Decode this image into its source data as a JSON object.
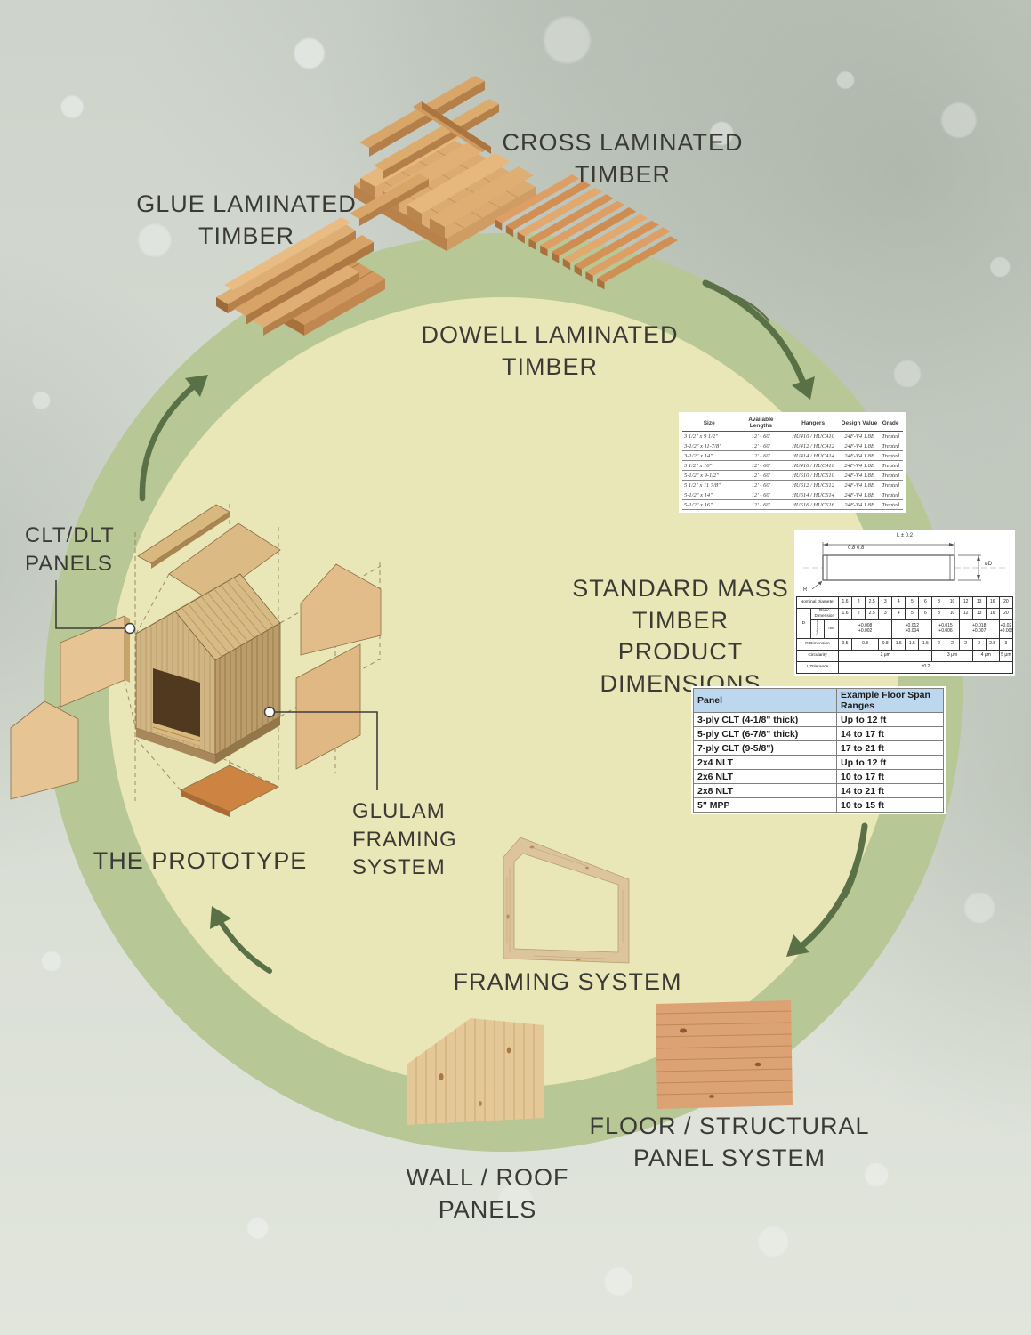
{
  "colors": {
    "ring_green": "#b7c795",
    "inner_circle": "#e9e7b8",
    "arrow_green": "#5a7046",
    "background": "#d5dad1",
    "table_header_blue": "#bdd7ee",
    "wood_light": "#e2b57e",
    "wood_dark": "#b97f47",
    "text": "#3b3a35"
  },
  "labels": {
    "cross_laminated": "CROSS LAMINATED\nTIMBER",
    "glue_laminated": "GLUE LAMINATED\nTIMBER",
    "dowell_laminated": "DOWELL LAMINATED\nTIMBER",
    "standard_dimensions": "STANDARD MASS\nTIMBER PRODUCT\nDIMENSIONS",
    "clt_dlt_panels": "CLT/DLT\nPANELS",
    "prototype": "THE PROTOTYPE",
    "glulam_framing": "GLULAM\nFRAMING\nSYSTEM",
    "framing_system": "FRAMING SYSTEM",
    "floor_panel": "FLOOR / STRUCTURAL\nPANEL SYSTEM",
    "wall_roof_panels": "WALL / ROOF\nPANELS"
  },
  "tables": {
    "glulam_specs": {
      "columns": [
        "Size",
        "Available Lengths",
        "Hangers",
        "Design Value",
        "Grade"
      ],
      "rows": [
        {
          "size": "3 1/2\" x 9 1/2\"",
          "lengths": "12' - 60'",
          "hangers": "HU410 / HUC410",
          "design": "24F-V4 1.8E",
          "grade": "Treated"
        },
        {
          "size": "3-1/2\" x 11-7/8\"",
          "lengths": "12' - 60'",
          "hangers": "HU412 / HUC412",
          "design": "24F-V4 1.8E",
          "grade": "Treated"
        },
        {
          "size": "3-1/2\" x 14\"",
          "lengths": "12' - 60'",
          "hangers": "HU414 / HUC414",
          "design": "24F-V4 1.8E",
          "grade": "Treated"
        },
        {
          "size": "3 1/2\" x 16\"",
          "lengths": "12' - 60'",
          "hangers": "HU416 / HUC416",
          "design": "24F-V4 1.8E",
          "grade": "Treated"
        },
        {
          "size": "5-1/2\" x 9-1/2\"",
          "lengths": "12' - 60'",
          "hangers": "HU610 / HUC610",
          "design": "24F-V4 1.8E",
          "grade": "Treated"
        },
        {
          "size": "5 1/2\" x 11 7/8\"",
          "lengths": "12' - 60'",
          "hangers": "HU612 / HUC612",
          "design": "24F-V4 1.8E",
          "grade": "Treated"
        },
        {
          "size": "5-1/2\" x 14\"",
          "lengths": "12' - 60'",
          "hangers": "HU614 / HUC614",
          "design": "24F-V4 1.8E",
          "grade": "Treated"
        },
        {
          "size": "5-1/2\" x 16\"",
          "lengths": "12' - 60'",
          "hangers": "HU616 / HUC616",
          "design": "24F-V4 1.8E",
          "grade": "Treated"
        }
      ]
    },
    "dowel_dimensions": {
      "drawing": {
        "length_label": "L ± 0.2",
        "roughness": "0.8   0.8",
        "diameter_label": "øD",
        "radius_label": "R"
      },
      "row_labels": {
        "nominal": "Nominal Diameter",
        "d": "D",
        "basic": "Basic\nDimension",
        "tolerance": "Tolerance",
        "m6": "m6",
        "r": "R Dimension",
        "circularity": "Circularity",
        "l_tol": "L Tolerance"
      },
      "nominal": [
        "1.6",
        "2",
        "2.5",
        "3",
        "4",
        "5",
        "6",
        "8",
        "10",
        "12",
        "13",
        "16",
        "20"
      ],
      "basic": [
        "1.6",
        "2",
        "2.5",
        "3",
        "4",
        "5",
        "6",
        "8",
        "10",
        "12",
        "13",
        "16",
        "20"
      ],
      "tolerance_groups": [
        "+0.008\n+0.002",
        "+0.012\n+0.004",
        "+0.015\n+0.006",
        "+0.018\n+0.007",
        "+0.02\n+0.008"
      ],
      "r_values": [
        "0.5",
        "0.8",
        "0.8",
        "1.5",
        "1.5",
        "1.5",
        "2",
        "2",
        "2",
        "2",
        "2.5",
        "3"
      ],
      "circularity": [
        "2 μm",
        "3 μm",
        "4 μm",
        "5 μm"
      ],
      "l_tolerance": "±0.2"
    },
    "panel_spans": {
      "columns": [
        "Panel",
        "Example Floor Span Ranges"
      ],
      "rows": [
        {
          "panel": "3-ply CLT (4-1/8\" thick)",
          "span": "Up to 12 ft"
        },
        {
          "panel": "5-ply CLT (6-7/8\" thick)",
          "span": "14 to 17 ft"
        },
        {
          "panel": "7-ply CLT (9-5/8\")",
          "span": "17 to 21 ft"
        },
        {
          "panel": "2x4 NLT",
          "span": "Up to 12 ft"
        },
        {
          "panel": "2x6 NLT",
          "span": "10 to 17 ft"
        },
        {
          "panel": "2x8 NLT",
          "span": "14 to 21 ft"
        },
        {
          "panel": "5\" MPP",
          "span": "10 to 15 ft"
        }
      ]
    }
  }
}
